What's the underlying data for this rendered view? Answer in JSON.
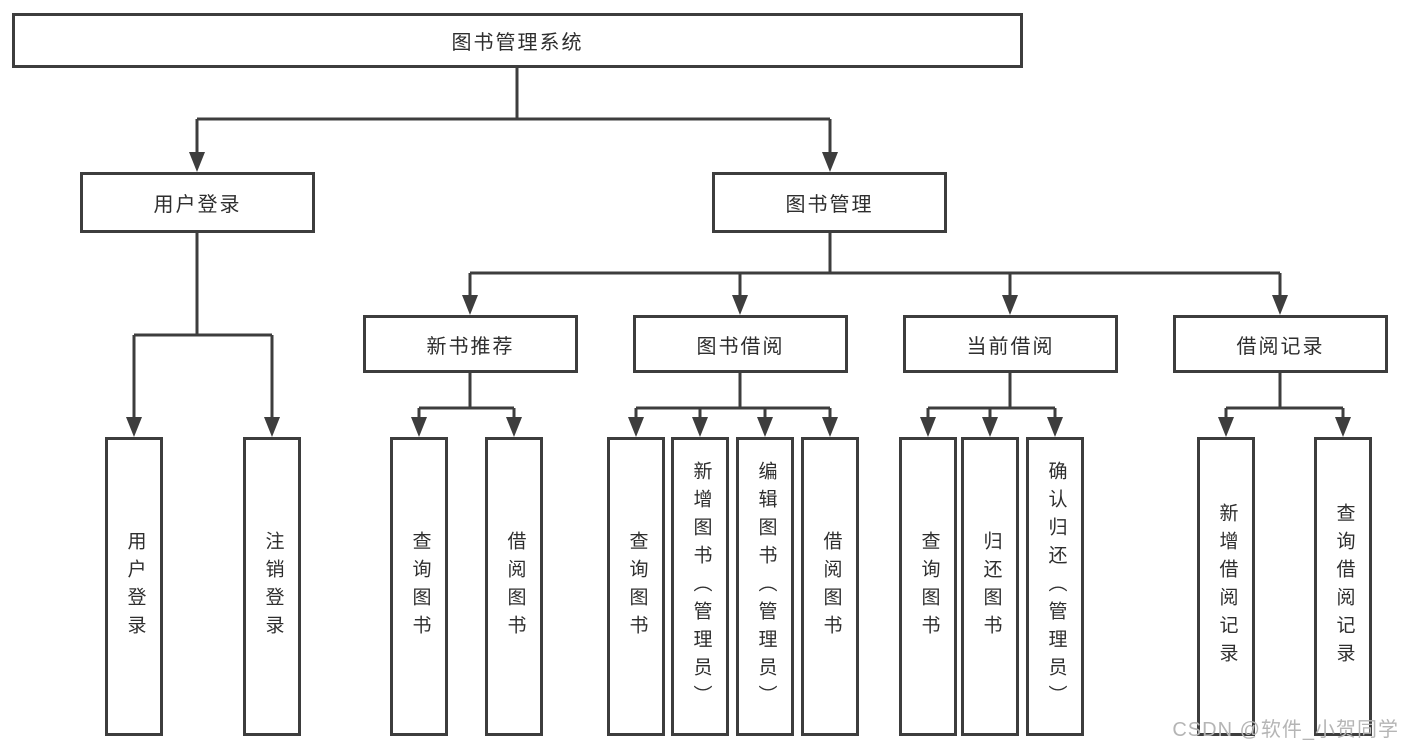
{
  "diagram_type": "hierarchy-tree",
  "watermark": "CSDN @软件_小贺同学",
  "colors": {
    "line": "#3d3d3d",
    "box_border": "#3d3d3d",
    "box_bg": "#ffffff",
    "text": "#2e2e2e",
    "watermark": "#b5b5b5"
  },
  "tree": {
    "label": "图书管理系统",
    "children": [
      {
        "label": "用户登录",
        "children": [
          {
            "label": "用户登录"
          },
          {
            "label": "注销登录"
          }
        ]
      },
      {
        "label": "图书管理",
        "children": [
          {
            "label": "新书推荐",
            "children": [
              {
                "label": "查询图书"
              },
              {
                "label": "借阅图书"
              }
            ]
          },
          {
            "label": "图书借阅",
            "children": [
              {
                "label": "查询图书"
              },
              {
                "label": "新增图书（管理员）"
              },
              {
                "label": "编辑图书（管理员）"
              },
              {
                "label": "借阅图书"
              }
            ]
          },
          {
            "label": "当前借阅",
            "children": [
              {
                "label": "查询图书"
              },
              {
                "label": "归还图书"
              },
              {
                "label": "确认归还（管理员）"
              }
            ]
          },
          {
            "label": "借阅记录",
            "children": [
              {
                "label": "新增借阅记录"
              },
              {
                "label": "查询借阅记录"
              }
            ]
          }
        ]
      }
    ]
  }
}
